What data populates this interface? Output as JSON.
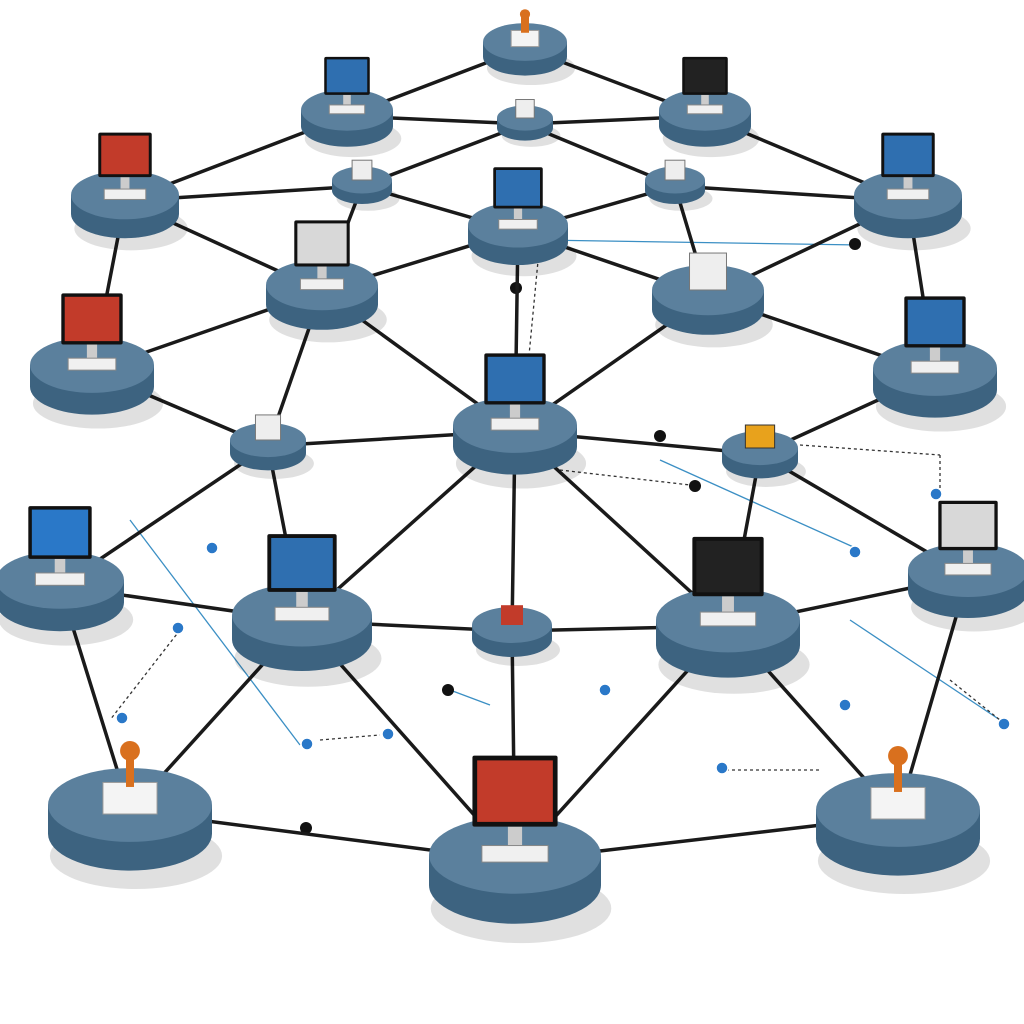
{
  "colors": {
    "background": "#ffffff",
    "disc_top": "#5b809d",
    "disc_side": "#3d6380",
    "edge": "#1a1a1a",
    "dashed_link": "#333333",
    "blue_link": "#3b8fc4",
    "accent_orange": "#d9701e",
    "accent_red": "#c23b2a",
    "screen_blue": "#2a78c8"
  },
  "nodes": [
    {
      "id": "n1",
      "device": "orange-pin"
    },
    {
      "id": "n2",
      "device": "monitor"
    },
    {
      "id": "n3",
      "device": "phone"
    },
    {
      "id": "n4",
      "device": "monitor-dark"
    },
    {
      "id": "n5",
      "device": "monitor-red"
    },
    {
      "id": "n6",
      "device": "server"
    },
    {
      "id": "n7",
      "device": "desktop"
    },
    {
      "id": "n8",
      "device": "server-tower"
    },
    {
      "id": "n9",
      "device": "monitor"
    },
    {
      "id": "n10",
      "device": "monitor-grey"
    },
    {
      "id": "n11",
      "device": "keyboard"
    },
    {
      "id": "n12",
      "device": "tablet-red"
    },
    {
      "id": "n13",
      "device": "laptop"
    },
    {
      "id": "n14",
      "device": "router"
    },
    {
      "id": "n15",
      "device": "desktop-hub"
    },
    {
      "id": "n16",
      "device": "orange-box"
    },
    {
      "id": "n17",
      "device": "monitor-blue"
    },
    {
      "id": "n18",
      "device": "laptop"
    },
    {
      "id": "n19",
      "device": "red-tablet"
    },
    {
      "id": "n20",
      "device": "monitor-dark"
    },
    {
      "id": "n21",
      "device": "monitor-grey"
    },
    {
      "id": "n22",
      "device": "orange-pin"
    },
    {
      "id": "n23",
      "device": "monitor-red"
    },
    {
      "id": "n24",
      "device": "orange-pin"
    }
  ],
  "edges": [
    [
      "n1",
      "n2"
    ],
    [
      "n1",
      "n4"
    ],
    [
      "n2",
      "n3"
    ],
    [
      "n3",
      "n4"
    ],
    [
      "n2",
      "n5"
    ],
    [
      "n4",
      "n9"
    ],
    [
      "n5",
      "n6"
    ],
    [
      "n6",
      "n3"
    ],
    [
      "n6",
      "n7"
    ],
    [
      "n7",
      "n8"
    ],
    [
      "n8",
      "n9"
    ],
    [
      "n3",
      "n8"
    ],
    [
      "n5",
      "n10"
    ],
    [
      "n6",
      "n10"
    ],
    [
      "n10",
      "n7"
    ],
    [
      "n7",
      "n11"
    ],
    [
      "n8",
      "n11"
    ],
    [
      "n9",
      "n11"
    ],
    [
      "n9",
      "n13"
    ],
    [
      "n5",
      "n12"
    ],
    [
      "n12",
      "n10"
    ],
    [
      "n12",
      "n14"
    ],
    [
      "n10",
      "n14"
    ],
    [
      "n10",
      "n15"
    ],
    [
      "n7",
      "n15"
    ],
    [
      "n11",
      "n15"
    ],
    [
      "n11",
      "n13"
    ],
    [
      "n13",
      "n16"
    ],
    [
      "n14",
      "n15"
    ],
    [
      "n15",
      "n16"
    ],
    [
      "n14",
      "n17"
    ],
    [
      "n14",
      "n18"
    ],
    [
      "n15",
      "n18"
    ],
    [
      "n15",
      "n19"
    ],
    [
      "n15",
      "n20"
    ],
    [
      "n16",
      "n20"
    ],
    [
      "n16",
      "n21"
    ],
    [
      "n17",
      "n18"
    ],
    [
      "n18",
      "n19"
    ],
    [
      "n19",
      "n20"
    ],
    [
      "n20",
      "n21"
    ],
    [
      "n17",
      "n22"
    ],
    [
      "n18",
      "n22"
    ],
    [
      "n18",
      "n23"
    ],
    [
      "n19",
      "n23"
    ],
    [
      "n20",
      "n23"
    ],
    [
      "n20",
      "n24"
    ],
    [
      "n21",
      "n24"
    ],
    [
      "n22",
      "n23"
    ],
    [
      "n23",
      "n24"
    ]
  ]
}
